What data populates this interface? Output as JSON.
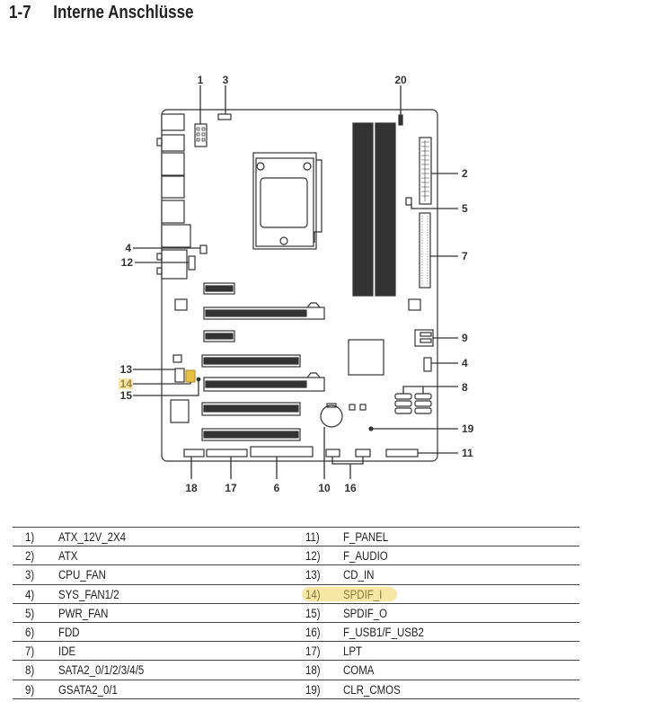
{
  "header": {
    "number": "1-7",
    "title": "Interne Anschlüsse"
  },
  "highlight_color": "#f7e6a6",
  "diagram": {
    "labels": {
      "l1": "1",
      "l2": "2",
      "l3": "3",
      "l4a": "4",
      "l4b": "4",
      "l5": "5",
      "l6": "6",
      "l7": "7",
      "l8": "8",
      "l9": "9",
      "l10": "10",
      "l11": "11",
      "l12": "12",
      "l13": "13",
      "l14": "14",
      "l15": "15",
      "l16": "16",
      "l17": "17",
      "l18": "18",
      "l19": "19",
      "l20": "20"
    }
  },
  "table": {
    "rows": [
      {
        "n1": "1)",
        "t1": "ATX_12V_2X4",
        "n2": "11)",
        "t2": "F_PANEL"
      },
      {
        "n1": "2)",
        "t1": "ATX",
        "n2": "12)",
        "t2": "F_AUDIO"
      },
      {
        "n1": "3)",
        "t1": "CPU_FAN",
        "n2": "13)",
        "t2": "CD_IN"
      },
      {
        "n1": "4)",
        "t1": "SYS_FAN1/2",
        "n2": "14)",
        "t2": "SPDIF_I"
      },
      {
        "n1": "5)",
        "t1": "PWR_FAN",
        "n2": "15)",
        "t2": "SPDIF_O"
      },
      {
        "n1": "6)",
        "t1": "FDD",
        "n2": "16)",
        "t2": "F_USB1/F_USB2"
      },
      {
        "n1": "7)",
        "t1": "IDE",
        "n2": "17)",
        "t2": "LPT"
      },
      {
        "n1": "8)",
        "t1": "SATA2_0/1/2/3/4/5",
        "n2": "18)",
        "t2": "COMA"
      },
      {
        "n1": "9)",
        "t1": "GSATA2_0/1",
        "n2": "19)",
        "t2": "CLR_CMOS"
      }
    ]
  }
}
